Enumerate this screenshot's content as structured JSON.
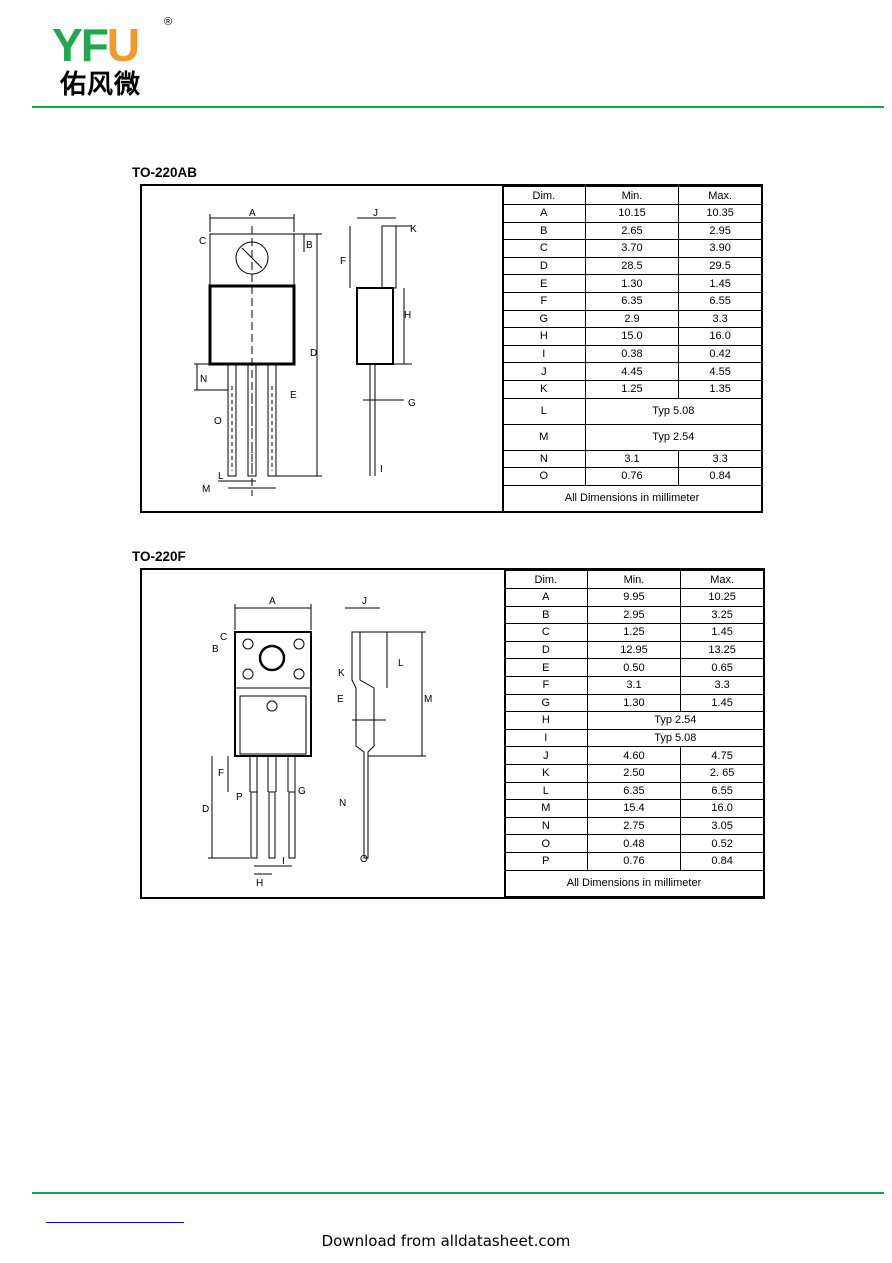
{
  "header": {
    "logo": {
      "y": "Y",
      "f": "F",
      "u": "U",
      "reg": "®",
      "cn": "佑风微"
    },
    "colors": {
      "rule": "#16a44a",
      "logo_green": "#22a84a",
      "logo_orange": "#f39a2a"
    }
  },
  "packages": [
    {
      "title": "TO-220AB",
      "headers": [
        "Dim.",
        "Min.",
        "Max."
      ],
      "rows": [
        {
          "dim": "A",
          "min": "10.15",
          "max": "10.35"
        },
        {
          "dim": "B",
          "min": "2.65",
          "max": "2.95"
        },
        {
          "dim": "C",
          "min": "3.70",
          "max": "3.90"
        },
        {
          "dim": "D",
          "min": "28.5",
          "max": "29.5"
        },
        {
          "dim": "E",
          "min": "1.30",
          "max": "1.45"
        },
        {
          "dim": "F",
          "min": "6.35",
          "max": "6.55"
        },
        {
          "dim": "G",
          "min": "2.9",
          "max": "3.3"
        },
        {
          "dim": "H",
          "min": "15.0",
          "max": "16.0"
        },
        {
          "dim": "I",
          "min": "0.38",
          "max": "0.42"
        },
        {
          "dim": "J",
          "min": "4.45",
          "max": "4.55"
        },
        {
          "dim": "K",
          "min": "1.25",
          "max": "1.35"
        },
        {
          "dim": "L",
          "typ": "Typ 5.08"
        },
        {
          "dim": "M",
          "typ": "Typ 2.54"
        },
        {
          "dim": "N",
          "min": "3.1",
          "max": "3.3"
        },
        {
          "dim": "O",
          "min": "0.76",
          "max": "0.84"
        }
      ],
      "note": "All Dimensions in millimeter",
      "drawing_labels": [
        "A",
        "B",
        "C",
        "D",
        "E",
        "F",
        "G",
        "H",
        "I",
        "J",
        "K",
        "L",
        "M",
        "N",
        "O"
      ]
    },
    {
      "title": "TO-220F",
      "headers": [
        "Dim.",
        "Min.",
        "Max."
      ],
      "rows": [
        {
          "dim": "A",
          "min": "9.95",
          "max": "10.25"
        },
        {
          "dim": "B",
          "min": "2.95",
          "max": "3.25"
        },
        {
          "dim": "C",
          "min": "1.25",
          "max": "1.45"
        },
        {
          "dim": "D",
          "min": "12.95",
          "max": "13.25"
        },
        {
          "dim": "E",
          "min": "0.50",
          "max": "0.65"
        },
        {
          "dim": "F",
          "min": "3.1",
          "max": "3.3"
        },
        {
          "dim": "G",
          "min": "1.30",
          "max": "1.45"
        },
        {
          "dim": "H",
          "typ": "Typ 2.54"
        },
        {
          "dim": "I",
          "typ": "Typ 5.08"
        },
        {
          "dim": "J",
          "min": "4.60",
          "max": "4.75"
        },
        {
          "dim": "K",
          "min": "2.50",
          "max": "2. 65"
        },
        {
          "dim": "L",
          "min": "6.35",
          "max": "6.55"
        },
        {
          "dim": "M",
          "min": "15.4",
          "max": "16.0"
        },
        {
          "dim": "N",
          "min": "2.75",
          "max": "3.05"
        },
        {
          "dim": "O",
          "min": "0.48",
          "max": "0.52"
        },
        {
          "dim": "P",
          "min": "0.76",
          "max": "0.84"
        }
      ],
      "note": "All Dimensions in millimeter",
      "drawing_labels": [
        "A",
        "B",
        "C",
        "D",
        "E",
        "F",
        "G",
        "H",
        "I",
        "J",
        "K",
        "L",
        "M",
        "N",
        "O",
        "P"
      ]
    }
  ],
  "footer": {
    "download_text": "Download from alldatasheet.com"
  }
}
